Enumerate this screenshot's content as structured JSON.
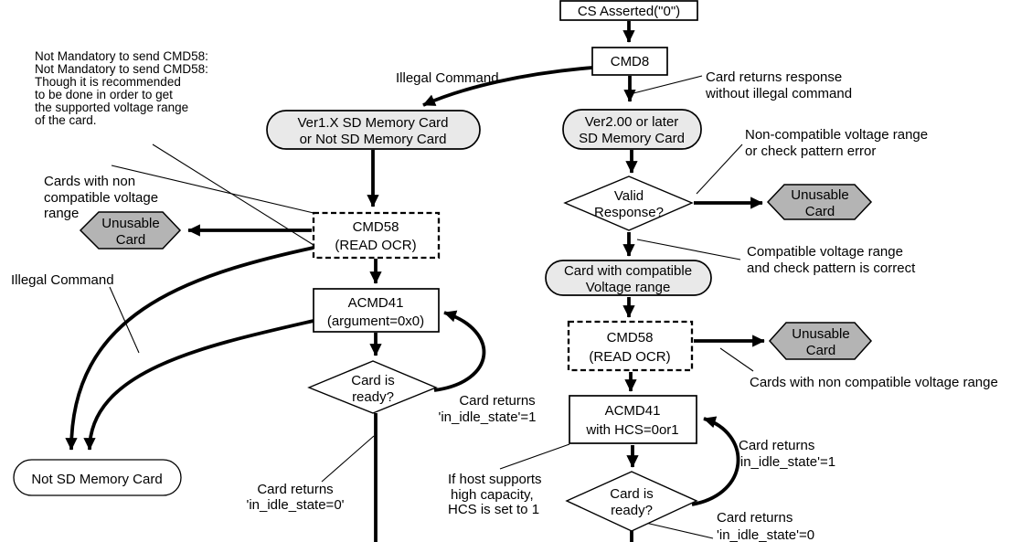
{
  "colors": {
    "stadium_fill": "#e9e9e9",
    "hexagon_fill": "#b4b4b4",
    "line": "#000000",
    "background": "#ffffff"
  },
  "nodes": {
    "cs_asserted": "CS Asserted(\"0\")",
    "cmd8": "CMD8",
    "ver1x": [
      "Ver1.X SD Memory Card",
      "or Not SD Memory Card"
    ],
    "ver2": [
      "Ver2.00 or later",
      "SD Memory Card"
    ],
    "cmd58": [
      "CMD58",
      "(READ OCR)"
    ],
    "acmd41_left": [
      "ACMD41",
      "(argument=0x0)"
    ],
    "acmd41_right": [
      "ACMD41",
      "with HCS=0or1"
    ],
    "card_ready": [
      "Card is",
      "ready?"
    ],
    "valid_response": [
      "Valid",
      "Response?"
    ],
    "unusable": [
      "Unusable",
      "Card"
    ],
    "card_compatible": [
      "Card with compatible",
      "Voltage range"
    ],
    "not_sd": "Not SD Memory Card"
  },
  "labels": {
    "note": [
      "Not Mandatory to send CMD58:",
      "Not Mandatory to send CMD58:",
      "Though it is recommended",
      "to be done in order to get",
      "the supported voltage range",
      "of the card."
    ],
    "illegal_command_top": "Illegal Command",
    "illegal_command_left": "Illegal Command",
    "card_returns_response": [
      "Card returns response",
      "without illegal command"
    ],
    "non_compatible": [
      "Non-compatible voltage range",
      "or check pattern error"
    ],
    "compatible": [
      "Compatible voltage range",
      "and check pattern is correct"
    ],
    "cards_non_compatible_left": [
      "Cards with non",
      "compatible voltage",
      "range"
    ],
    "cards_non_compatible_right": "Cards with non compatible voltage range",
    "idle1_left": [
      "Card returns",
      "'in_idle_state'=1"
    ],
    "idle0_left": [
      "Card returns",
      "'in_idle_state=0'"
    ],
    "idle1_right": [
      "Card returns",
      "'in_idle_state'=1"
    ],
    "idle0_right": [
      "Card returns",
      "'in_idle_state'=0"
    ],
    "host_hcs": [
      "If host supports",
      "high capacity,",
      "HCS is set to 1"
    ]
  }
}
